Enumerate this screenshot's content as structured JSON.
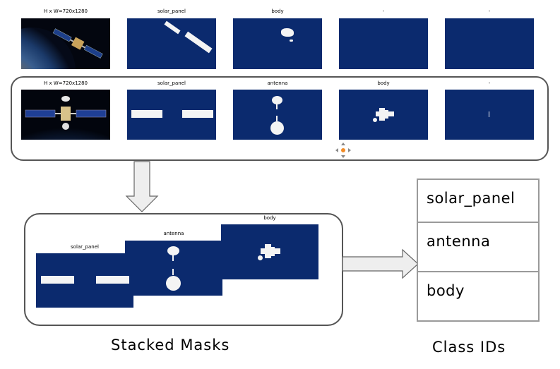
{
  "row1": {
    "labels": [
      "H x W=720x1280",
      "solar_panel",
      "body",
      "-",
      "-"
    ]
  },
  "row2": {
    "labels": [
      "H x W=720x1280",
      "solar_panel",
      "antenna",
      "body",
      "-"
    ]
  },
  "stack": {
    "labels": [
      "solar_panel",
      "antenna",
      "body"
    ]
  },
  "class_ids": [
    "solar_panel",
    "antenna",
    "body"
  ],
  "captions": {
    "stacked": "Stacked Masks",
    "class_ids": "Class IDs"
  },
  "colors": {
    "mask_bg": "#0b2a6e",
    "mask_fg": "#f4f4f4",
    "box_border": "#555555",
    "table_border": "#9a9a9a",
    "arrow_fill": "#eeeeee",
    "move_handle": "#f28c28"
  },
  "icons": {
    "move_handle": "move-handle-icon"
  }
}
